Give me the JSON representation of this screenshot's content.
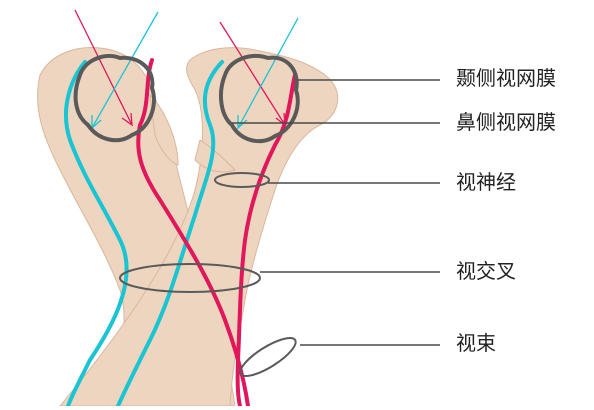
{
  "colors": {
    "skin": "#eed5bf",
    "skin_shadow": "#d9b79c",
    "temporal_fiber": "#e0175a",
    "nasal_fiber": "#19c4d3",
    "ring_stroke": "#5a5a5a",
    "leader_line": "#4a4a4a",
    "light_ray_pink": "#e0175a",
    "light_ray_cyan": "#19c4d3"
  },
  "labels": {
    "temporal_retina": "颞侧视网膜",
    "nasal_retina": "鼻侧视网膜",
    "optic_nerve": "视神经",
    "optic_chiasm": "视交叉",
    "optic_tract": "视束"
  }
}
